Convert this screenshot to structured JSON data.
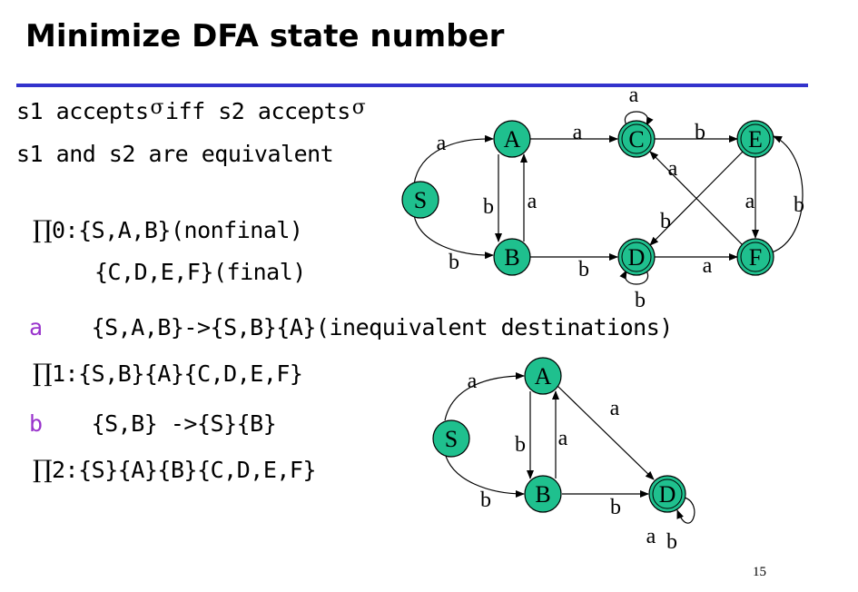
{
  "slide": {
    "title": "Minimize DFA state number",
    "page_number": "15"
  },
  "text": {
    "line1_a": "s1 accepts",
    "sigma": "σ",
    "line1_b": "iff s2 accepts",
    "line2": "s1 and s2 are equivalent",
    "pi_symbol": "∏",
    "p0_label": "0:",
    "p0_set1": "{S,A,B}(nonfinal)",
    "p0_set2": "{C,D,E,F}(final)",
    "step_a_symbol": "a",
    "step_a_text": "{S,A,B}->{S,B}{A}(inequivalent destinations)",
    "p1_label": "1:",
    "p1_sets": "{S,B}{A}{C,D,E,F}",
    "step_b_symbol": "b",
    "step_b_text": "{S,B} ->{S}{B}",
    "p2_label": "2:",
    "p2_sets": "{S}{A}{B}{C,D,E,F}"
  },
  "colors": {
    "state_fill": "#1fc08e",
    "rule": "#3333cc",
    "step_symbol": "#9933cc"
  },
  "diagram_original": {
    "states": [
      "S",
      "A",
      "B",
      "C",
      "D",
      "E",
      "F"
    ],
    "transition_labels": [
      "a",
      "b",
      "a",
      "b",
      "a",
      "a",
      "b",
      "a",
      "b",
      "b",
      "a",
      "b",
      "a",
      "b"
    ]
  },
  "diagram_minimized": {
    "states": [
      "S",
      "A",
      "B",
      "D"
    ],
    "transition_labels": [
      "a",
      "b",
      "b",
      "a",
      "a",
      "b",
      "a",
      "b"
    ]
  }
}
